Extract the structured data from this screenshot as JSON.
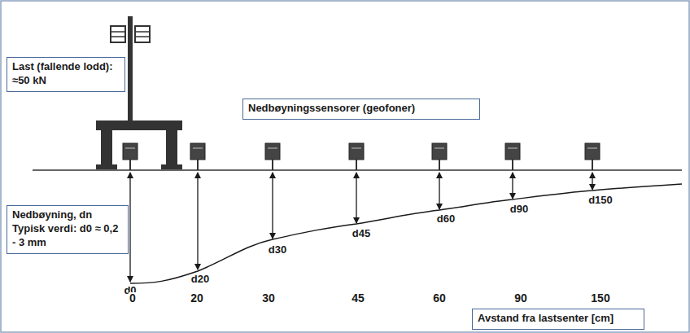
{
  "diagram": {
    "nodes": [
      {
        "text": [
          "Last (fallende lodd): ≈50 kN"
        ]
      },
      {
        "text": [
          "Nedbøyningssensorer (geofoner)"
        ]
      },
      {
        "text": [
          "Nedbøyning, dn Typisk verdi: d0 ≈ 0,2 - 3 mm"
        ]
      },
      {
        "text": [
          "Avstand fra lastsenter [cm]"
        ]
      }
    ],
    "labels": [
      "d0",
      "d20",
      "d30",
      "d45",
      "d60",
      "d90",
      "d150",
      "0",
      "20",
      "30",
      "45",
      "60",
      "90",
      "150"
    ]
  }
}
